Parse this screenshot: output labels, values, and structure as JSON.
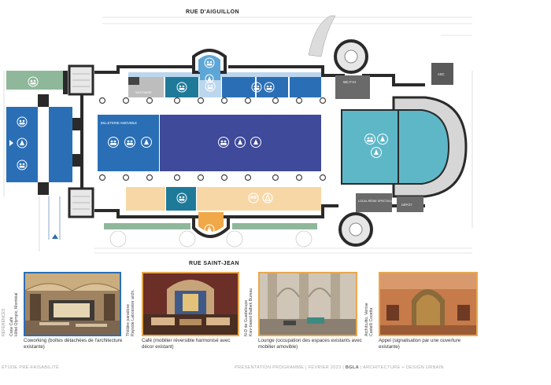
{
  "streets": {
    "top": "RUE D'AIGUILLON",
    "bottom": "RUE SAINT-JEAN"
  },
  "rooms": {
    "vestiaire": "VESTIAIRE",
    "billetterie": "BILLETERIE AMOVIBLE",
    "wc": "WC F+H",
    "asc": "ASC",
    "local_regie": "LOCAL RÉGIE SPECTACLE",
    "depot": "DÉPÔT"
  },
  "references": {
    "label": "RÉFÉRENCES",
    "items": [
      {
        "vlabel": "Crew Café\nHôtel Olympic, Montréal",
        "caption": "Coworking (boîtes détachées de l'architecture existante)",
        "accent": "#2a6fb6"
      },
      {
        "vlabel": "Théâtre paradoxe\nRayside Labossière archi.",
        "caption": "Café (mobilier réversible harmonisé avec décor existant)",
        "accent": "#e8a84e"
      },
      {
        "vlabel": "N-D de Guadeloupe\nKiev-based Balbek Bureau",
        "caption": "Lounge (occupation des espaces existants avec mobilier amovible)",
        "accent": "#e8a84e"
      },
      {
        "vlabel": "Archibuilto, Venise\nCastelli Cocetta",
        "caption": "Appel (signalisation par une ouverture existante)",
        "accent": "#e8a84e"
      }
    ]
  },
  "footer": {
    "left": "ÉTUDE PRÉ-FAISABILITÉ",
    "center": "PRÉSENTATION PROGRAMME | FÉVRIER 2023 |",
    "brand": "BGLA",
    "right": " | ARCHITECTURE + DESIGN URBAIN"
  },
  "colors": {
    "coworking_blue": "#2a6fb6",
    "navy": "#3f4a9a",
    "teal": "#1f7a9a",
    "light_blue": "#bcd6ee",
    "turquoise": "#5db7c7",
    "peach": "#f8d7a6",
    "orange": "#f0a848",
    "green": "#8fb79a",
    "dark_grey": "#5a5a5a",
    "wall": "#2a2a2a"
  }
}
